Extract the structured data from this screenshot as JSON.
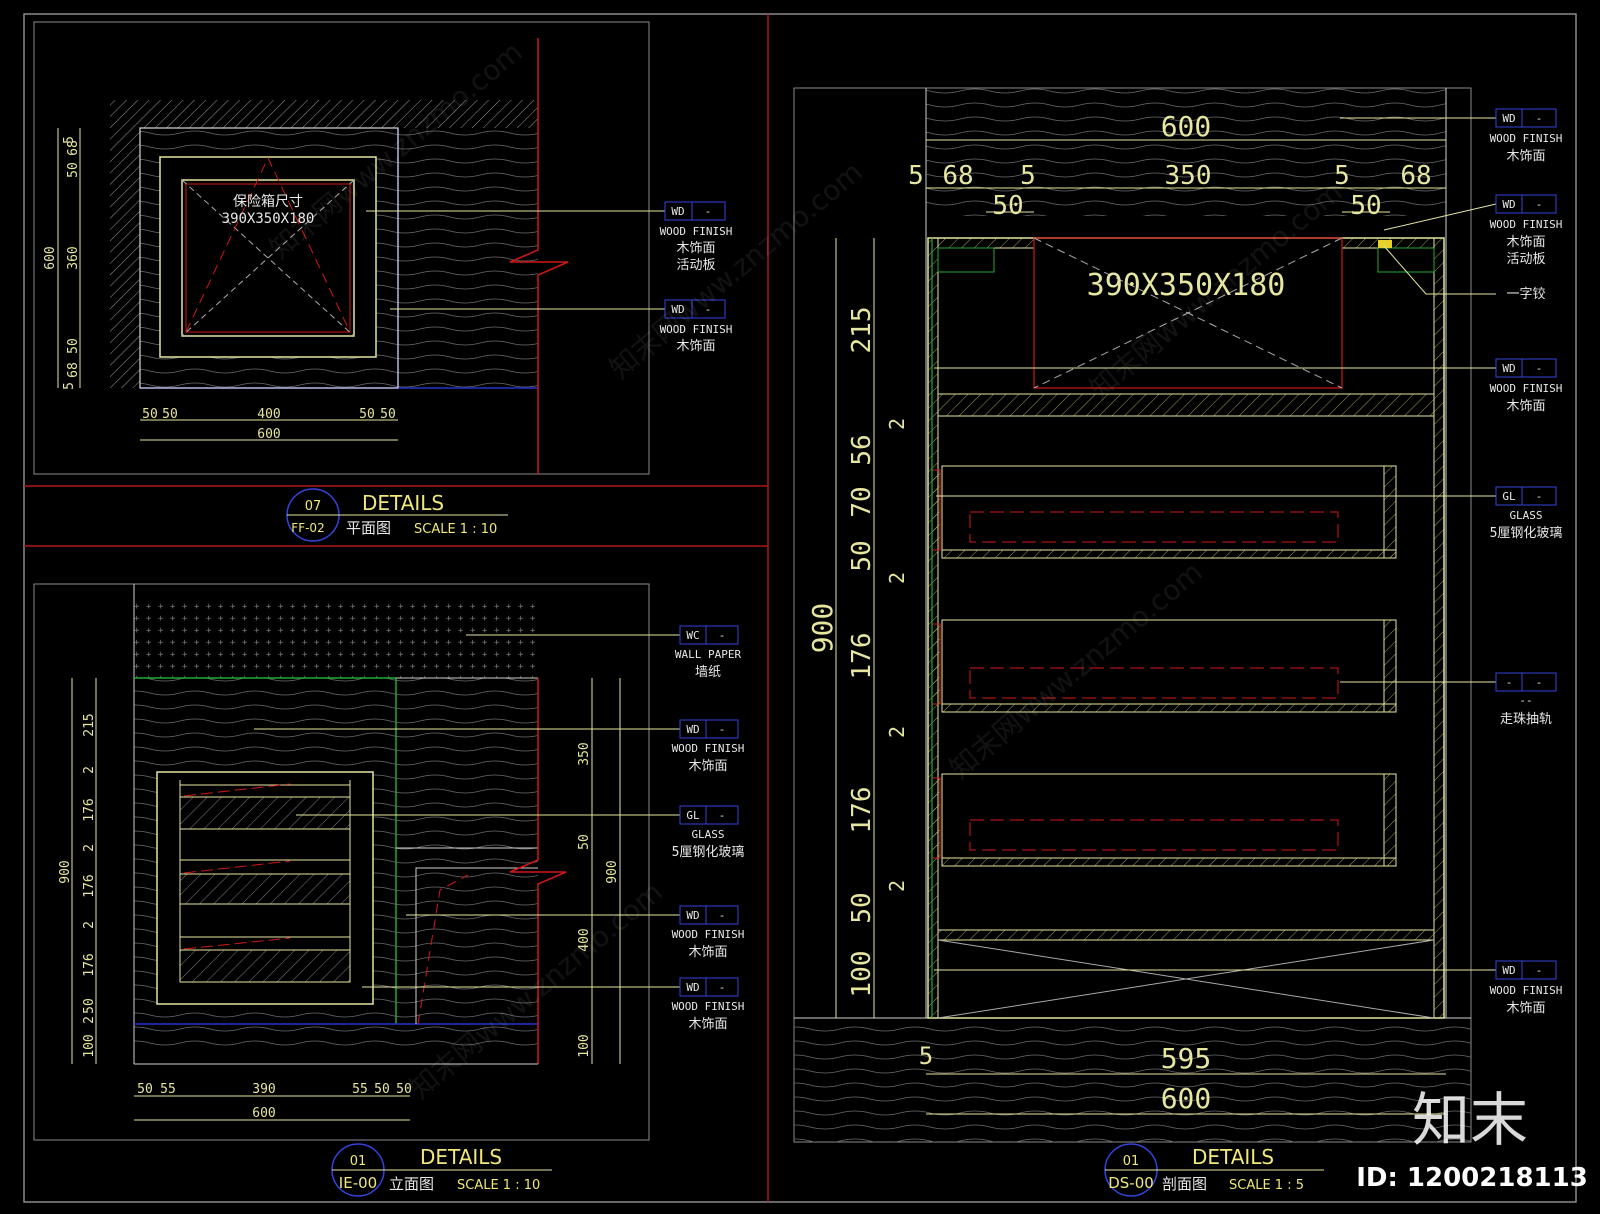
{
  "colors": {
    "background": "#000000",
    "frame": "#8a8a8a",
    "red_line": "#d01818",
    "dim_yellow": "#e6e6a0",
    "blue_line": "#2233cc",
    "green_line": "#22aa33",
    "tag_border": "#3344dd"
  },
  "plan": {
    "box_label_1": "保险箱尺寸",
    "box_label_2": "390X350X180",
    "dims_left": [
      "5",
      "68",
      "50",
      "360",
      "50",
      "68",
      "5"
    ],
    "dim_left_total": "600",
    "dims_bottom": [
      "50",
      "50",
      "400",
      "50",
      "50"
    ],
    "dim_bottom_total": "600",
    "tags": [
      {
        "code": "WD",
        "dash": "-",
        "en": "WOOD FINISH",
        "cn1": "木饰面",
        "cn2": "活动板"
      },
      {
        "code": "WD",
        "dash": "-",
        "en": "WOOD FINISH",
        "cn1": "木饰面",
        "cn2": ""
      }
    ],
    "title": {
      "number": "07",
      "sheet": "FF-02",
      "heading": "DETAILS",
      "cn": "平面图",
      "scale": "SCALE 1 : 10"
    }
  },
  "elevation": {
    "dims_left": [
      "215",
      "2",
      "176",
      "2",
      "176",
      "2",
      "176",
      "50",
      "2",
      "100"
    ],
    "dim_left_total": "900",
    "dims_right_inner": [
      "350",
      "50",
      "400",
      "100"
    ],
    "dim_right_total": "900",
    "dims_bottom": [
      "50",
      "55",
      "390",
      "55",
      "50",
      "50"
    ],
    "dim_bottom_total": "600",
    "tags": [
      {
        "code": "WC",
        "dash": "-",
        "en": "WALL PAPER",
        "cn1": "墙纸"
      },
      {
        "code": "WD",
        "dash": "-",
        "en": "WOOD FINISH",
        "cn1": "木饰面"
      },
      {
        "code": "GL",
        "dash": "-",
        "en": "GLASS",
        "cn1": "5厘钢化玻璃"
      },
      {
        "code": "WD",
        "dash": "-",
        "en": "WOOD FINISH",
        "cn1": "木饰面"
      },
      {
        "code": "WD",
        "dash": "-",
        "en": "WOOD FINISH",
        "cn1": "木饰面"
      }
    ],
    "title": {
      "number": "01",
      "sheet": "IE-00",
      "heading": "DETAILS",
      "cn": "立面图",
      "scale": "SCALE 1 : 10"
    }
  },
  "section": {
    "box_label": "390X350X180",
    "dim_top_total": "600",
    "dims_top": [
      "5",
      "68",
      "5",
      "350",
      "5",
      "68"
    ],
    "dims_top_sub": [
      "50",
      "50"
    ],
    "dims_left": [
      "215",
      "2",
      "56",
      "70",
      "50",
      "2",
      "176",
      "2",
      "176",
      "2",
      "50",
      "100"
    ],
    "dim_left_total": "900",
    "dim_bottom_a": "5",
    "dim_bottom_b": "595",
    "dim_bottom_total": "600",
    "tags": [
      {
        "code": "WD",
        "dash": "-",
        "en": "WOOD FINISH",
        "cn1": "木饰面",
        "cn2": ""
      },
      {
        "code": "WD",
        "dash": "-",
        "en": "WOOD FINISH",
        "cn1": "木饰面",
        "cn2": "活动板"
      },
      {
        "code": "",
        "dash": "",
        "en": "",
        "cn1": "一字铰",
        "cn2": ""
      },
      {
        "code": "WD",
        "dash": "-",
        "en": "WOOD FINISH",
        "cn1": "木饰面",
        "cn2": ""
      },
      {
        "code": "GL",
        "dash": "-",
        "en": "GLASS",
        "cn1": "5厘钢化玻璃",
        "cn2": ""
      },
      {
        "code": "-",
        "dash": "-",
        "en": "--",
        "cn1": "走珠抽轨",
        "cn2": ""
      },
      {
        "code": "WD",
        "dash": "-",
        "en": "WOOD FINISH",
        "cn1": "木饰面",
        "cn2": ""
      }
    ],
    "title": {
      "number": "01",
      "sheet": "DS-00",
      "heading": "DETAILS",
      "cn": "剖面图",
      "scale": "SCALE 1 : 5"
    }
  },
  "watermark": {
    "logo": "知末",
    "id": "ID: 1200218113",
    "site": "知末网www.znzmo.com"
  }
}
